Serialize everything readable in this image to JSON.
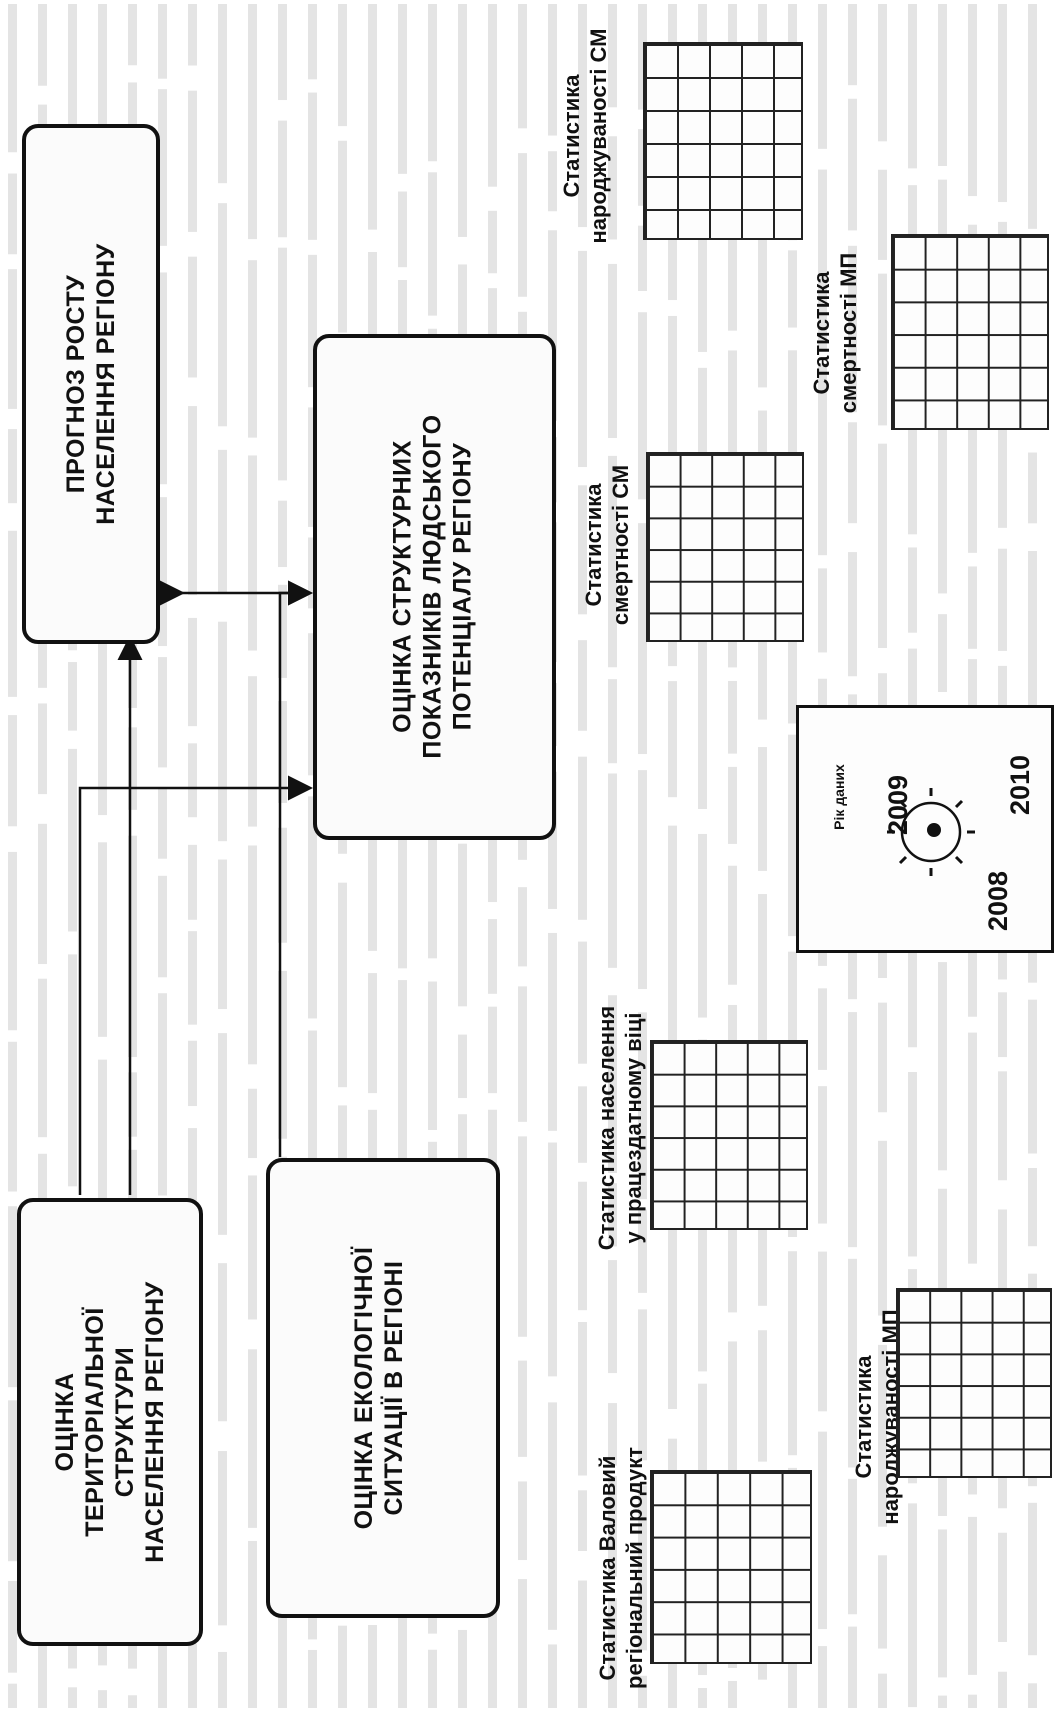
{
  "boxes": {
    "forecast": [
      "ПРОГНОЗ РОСТУ",
      "НАСЕЛЕННЯ РЕГІОНУ"
    ],
    "structural": [
      "ОЦІНКА СТРУКТУРНИХ",
      "ПОКАЗНИКІВ ЛЮДСЬКОГО",
      "ПОТЕНЦІАЛУ РЕГІОНУ"
    ],
    "territorial": [
      "ОЦІНКА",
      "ТЕРИТОРІАЛЬНОЇ",
      "СТРУКТУРИ",
      "НАСЕЛЕННЯ РЕГІОНУ"
    ],
    "ecological": [
      "ОЦІНКА ЕКОЛОГІЧНОЇ",
      "СИТУАЦІЇ В РЕГІОНІ"
    ]
  },
  "tables": {
    "birth_cm": [
      "Статистика",
      "народжуваності СМ"
    ],
    "death_mp": [
      "Статистика",
      "смертності МП"
    ],
    "death_cm": [
      "Статистика",
      "смертності СМ"
    ],
    "working_age": [
      "Статистика населення",
      "у працездатному віці"
    ],
    "grp": [
      "Статистика Валовий",
      "регіональний продукт"
    ],
    "birth_mp": [
      "Статистика",
      "народжуваності МП"
    ]
  },
  "year_panel": {
    "label": "Рік даних",
    "years": [
      "2009",
      "2010",
      "2008"
    ]
  }
}
